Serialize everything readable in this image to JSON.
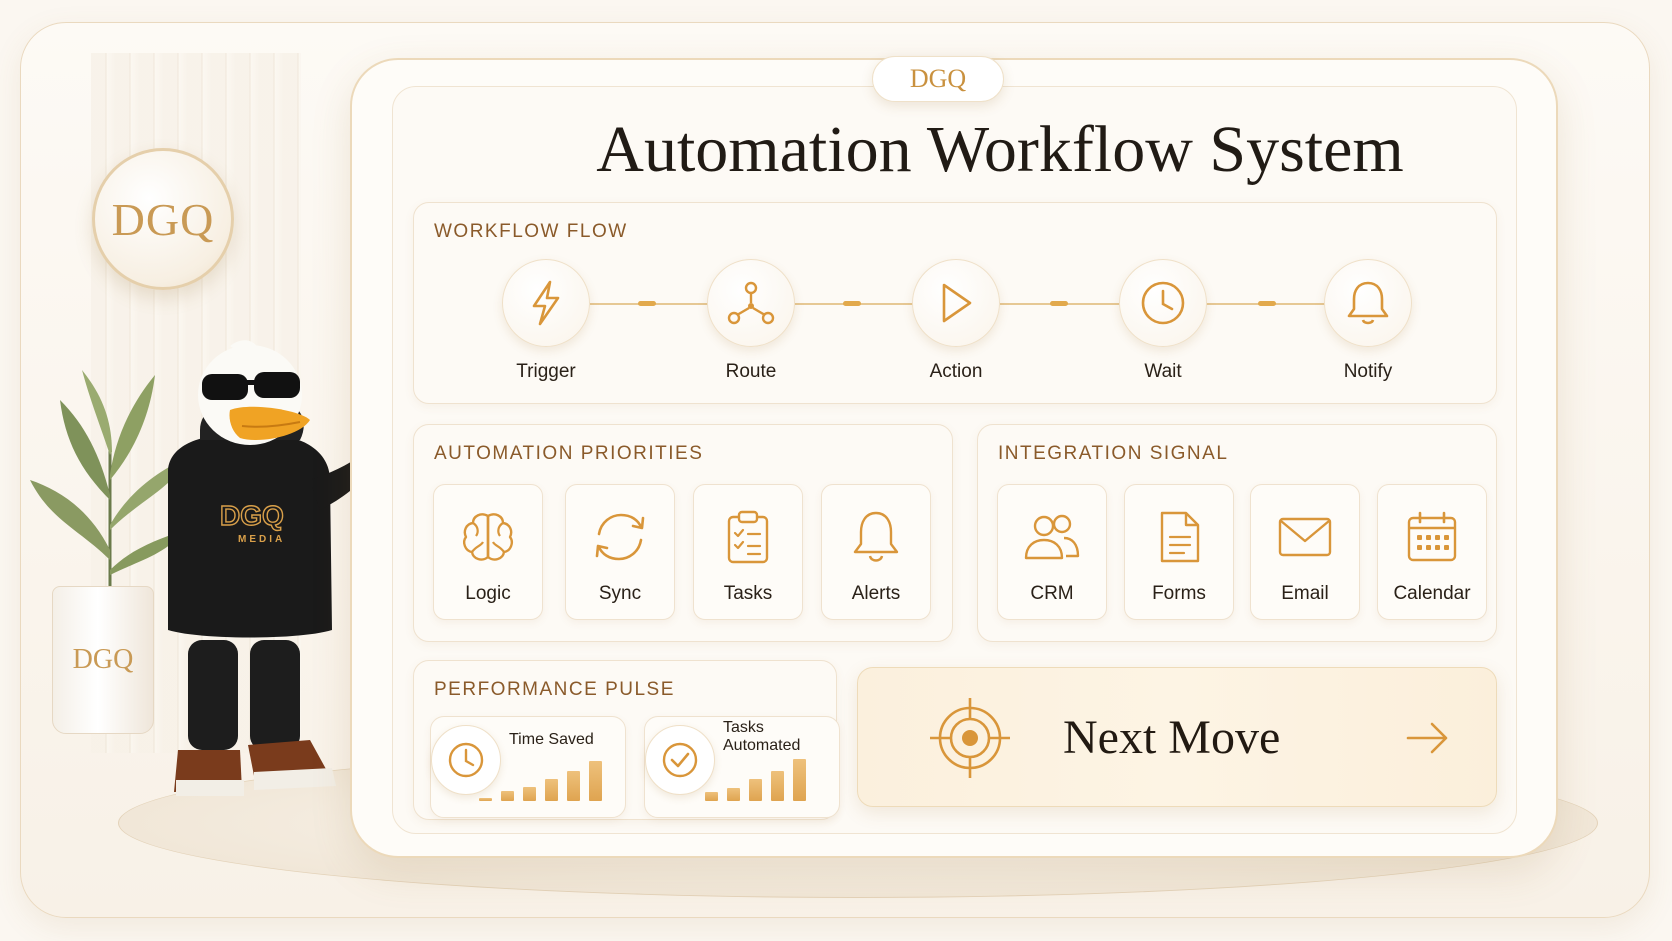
{
  "brand": {
    "pill": "DGQ",
    "wall_badge": "DGQ",
    "planter": "DGQ",
    "hoodie": "DGQ",
    "hoodie_sub": "MEDIA"
  },
  "title": "Automation Workflow System",
  "workflow": {
    "label": "WORKFLOW FLOW",
    "steps": [
      {
        "label": "Trigger",
        "icon": "lightning-icon"
      },
      {
        "label": "Route",
        "icon": "route-node-icon"
      },
      {
        "label": "Action",
        "icon": "play-icon"
      },
      {
        "label": "Wait",
        "icon": "clock-icon"
      },
      {
        "label": "Notify",
        "icon": "bell-icon"
      }
    ]
  },
  "priorities": {
    "label": "AUTOMATION PRIORITIES",
    "items": [
      {
        "label": "Logic",
        "icon": "brain-icon"
      },
      {
        "label": "Sync",
        "icon": "sync-icon"
      },
      {
        "label": "Tasks",
        "icon": "clipboard-icon"
      },
      {
        "label": "Alerts",
        "icon": "bell-icon"
      }
    ]
  },
  "integration": {
    "label": "INTEGRATION SIGNAL",
    "items": [
      {
        "label": "CRM",
        "icon": "users-icon"
      },
      {
        "label": "Forms",
        "icon": "document-icon"
      },
      {
        "label": "Email",
        "icon": "envelope-icon"
      },
      {
        "label": "Calendar",
        "icon": "calendar-icon"
      }
    ]
  },
  "performance": {
    "label": "PERFORMANCE PULSE",
    "metrics": [
      {
        "label": "Time Saved",
        "icon": "clock-icon"
      },
      {
        "label": "Tasks Automated",
        "icon": "check-circle-icon"
      }
    ]
  },
  "next_move": {
    "label": "Next Move",
    "icon": "target-icon",
    "arrow": "arrow-right-icon"
  },
  "colors": {
    "accent": "#d9963a",
    "accent_light": "#eec17c",
    "label_brown": "#8a5a2a",
    "text_dark": "#211b15"
  }
}
